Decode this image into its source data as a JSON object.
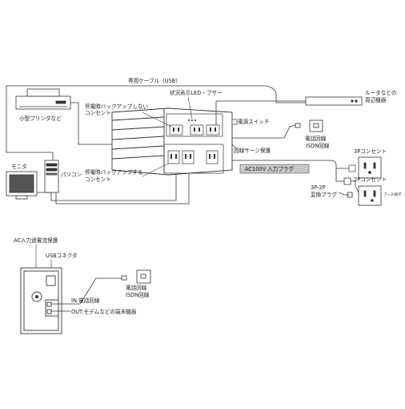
{
  "labels": {
    "usb_cable": "専用ケーブル（USB）",
    "printer": "小型プリンタなど",
    "monitor": "モニタ",
    "pc": "パソコン",
    "no_backup_outlet_line1": "停電時バックアップしない",
    "no_backup_outlet_line2": "コンセント",
    "backup_outlet_line1": "停電時バックアップする",
    "backup_outlet_line2": "コンセント",
    "status_led_buzzer": "状況表示LED・ブザー",
    "power_switch": "電源スイッチ",
    "line_surge": "回線サージ保護",
    "ac_input_plug": "AC100V 入力プラグ",
    "phone_line": "電話回線",
    "isdn_line": "ISDN回線",
    "router_line1": "ルータなどの",
    "router_line2": "周辺機器",
    "outlet_3p": "3Pコンセント",
    "conv_plug_line1": "3P-2P",
    "conv_plug_line2": "変換プラグ",
    "outlet_2p": "2Pコンセント",
    "ground_terminal": "アース端子",
    "ac_overcurrent": "AC入力過電流保護",
    "usb_connector": "USBコネクタ",
    "in_phone_line": "IN:電話回線",
    "out_terminal": "OUT:モデムなどの端末機器",
    "phone_line_2": "電話回線",
    "isdn_line_2": "ISDN回線"
  }
}
